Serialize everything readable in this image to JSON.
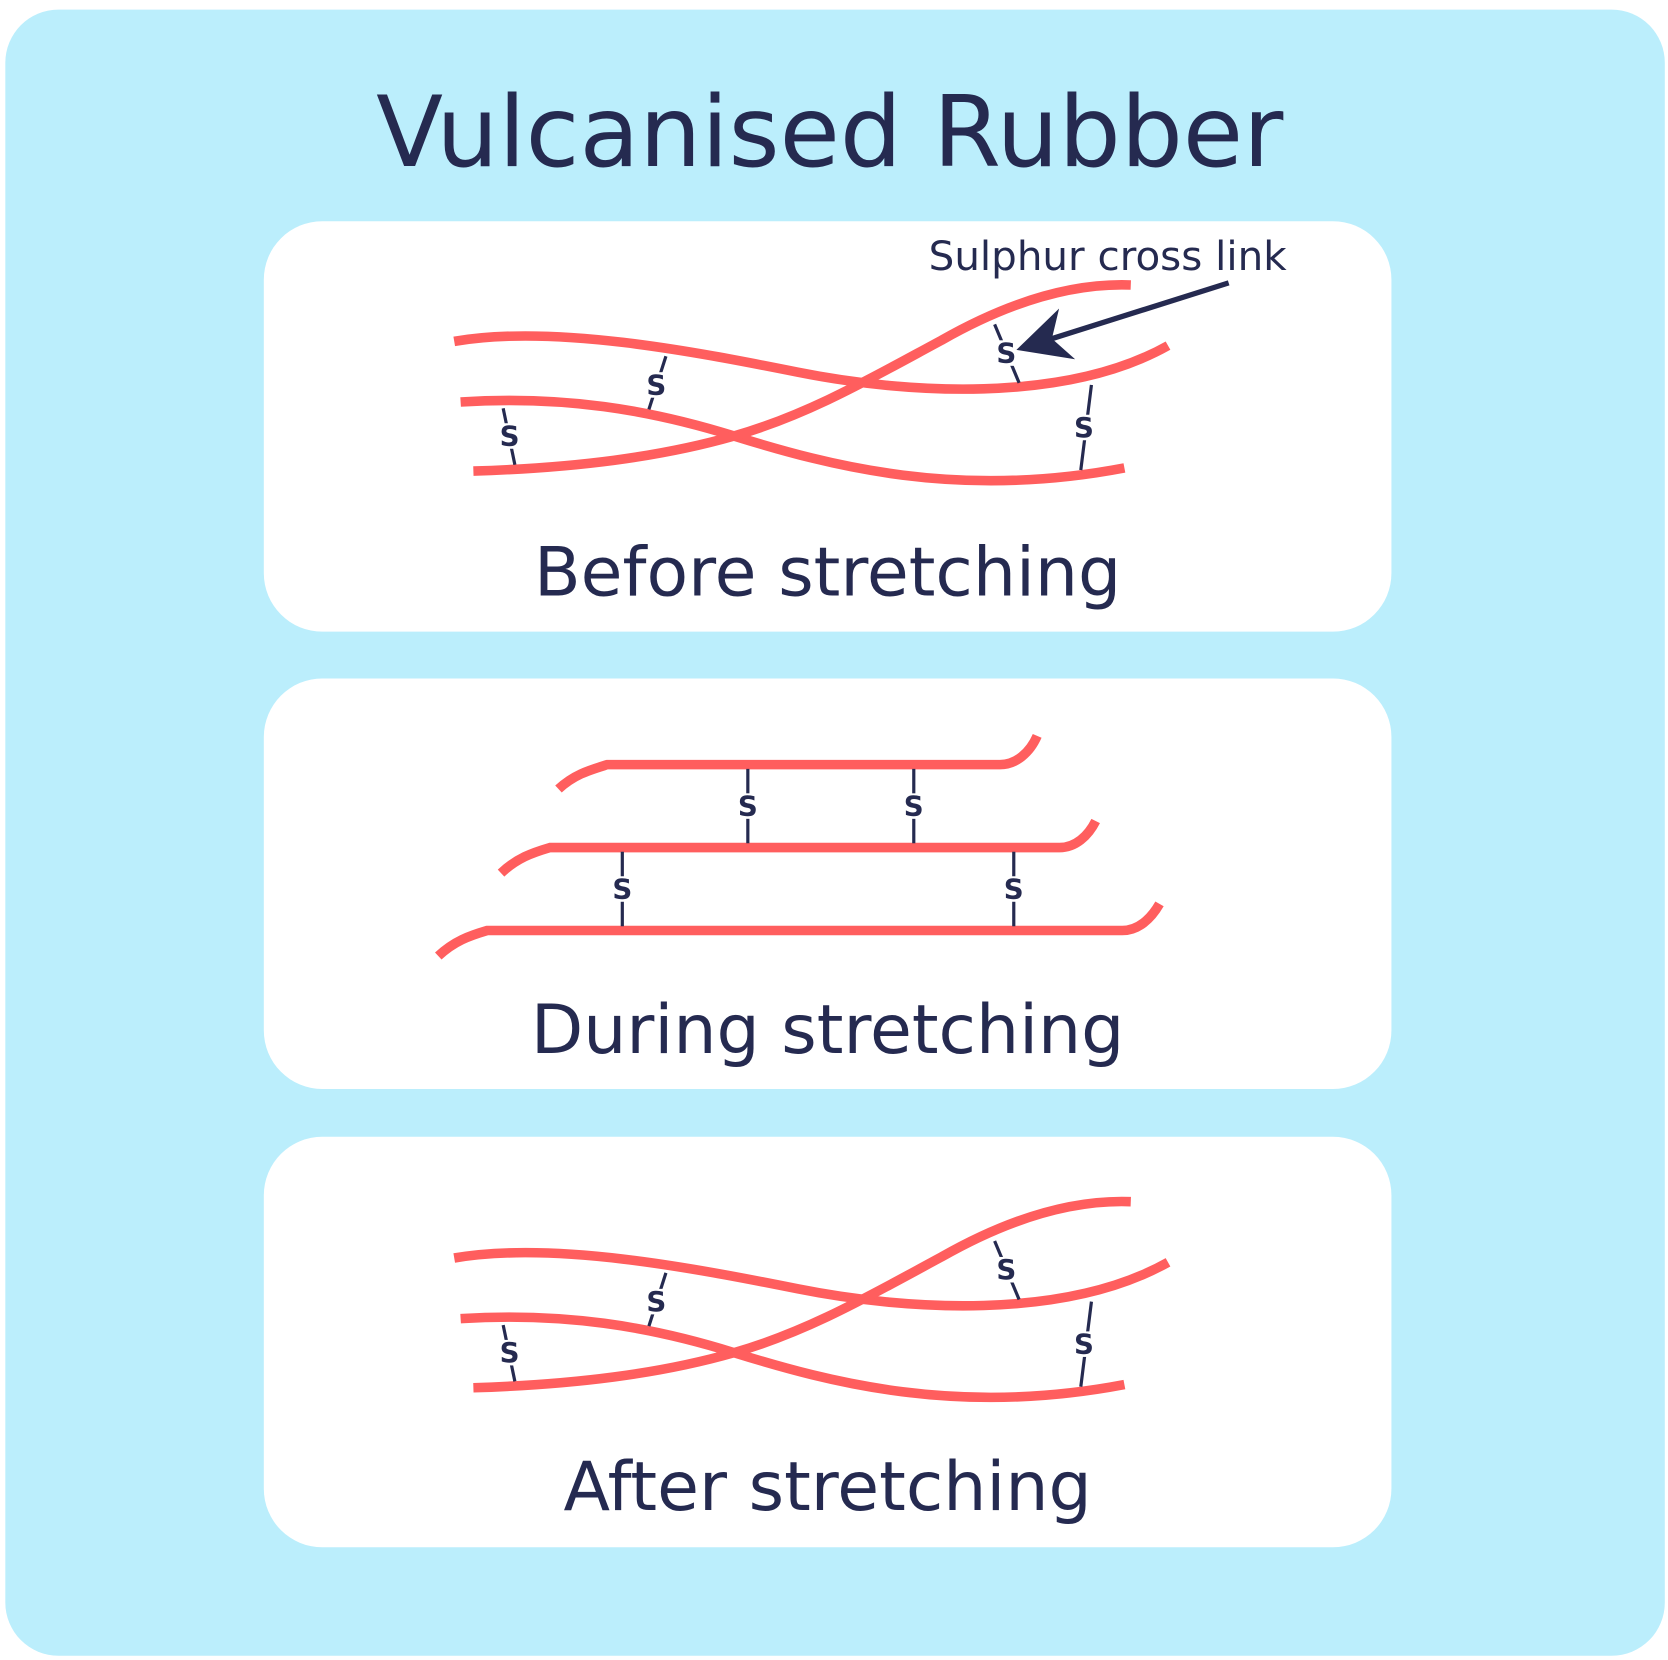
{
  "title": "Vulcanised Rubber",
  "annotation": "Sulphur cross link",
  "crosslink_symbol": "S",
  "panels": [
    {
      "label": "Before stretching"
    },
    {
      "label": "During stretching"
    },
    {
      "label": "After stretching"
    }
  ],
  "colors": {
    "background": "#bbeefc",
    "strand": "#ff5e5e",
    "text": "#252a50",
    "panel": "#ffffff"
  }
}
